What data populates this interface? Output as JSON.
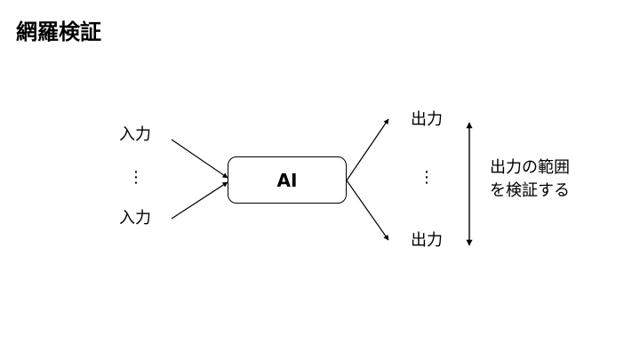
{
  "title": "網羅検証",
  "diagram": {
    "input_label_top": "入力",
    "input_label_bottom": "入力",
    "input_ellipsis": "⋮",
    "ai_label": "AI",
    "output_label_top": "出力",
    "output_label_bottom": "出力",
    "output_ellipsis": "⋮",
    "range_label_line1": "出力の範囲",
    "range_label_line2": "を検証する"
  },
  "colors": {
    "text": "#000000",
    "background": "#ffffff"
  }
}
